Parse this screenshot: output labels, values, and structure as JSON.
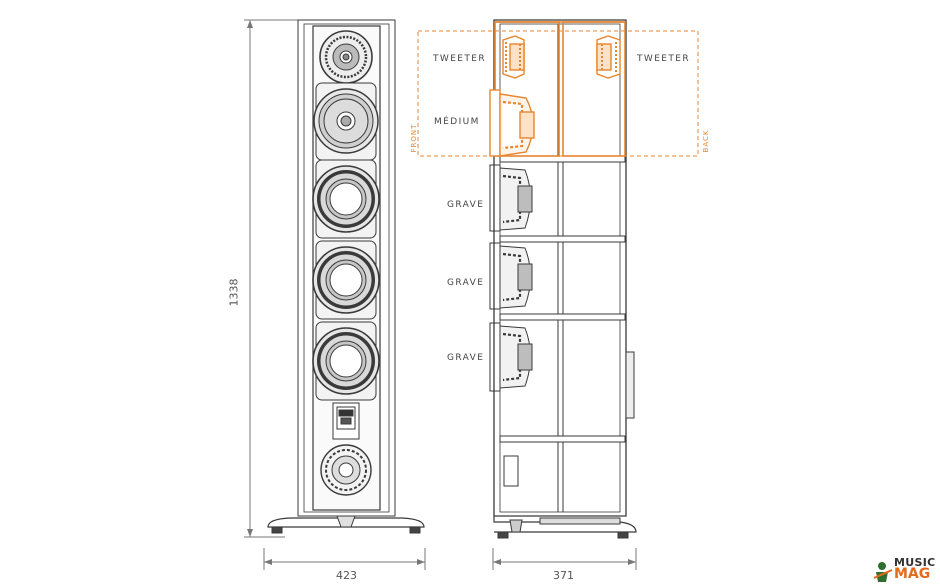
{
  "labels": {
    "tweeter_front": "TWEETER",
    "tweeter_back": "TWEETER",
    "medium": "MÉDIUM",
    "grave_1": "GRAVE",
    "grave_2": "GRAVE",
    "grave_3": "GRAVE",
    "front": "FRONT",
    "back": "BACK"
  },
  "dimensions": {
    "height": "1338",
    "width_front": "423",
    "depth_side": "371"
  },
  "logo": {
    "line1": "MUSIC",
    "line2": "MAG"
  },
  "colors": {
    "line": "#3a3a3a",
    "accent": "#e8862e",
    "dim_line": "#666666"
  }
}
